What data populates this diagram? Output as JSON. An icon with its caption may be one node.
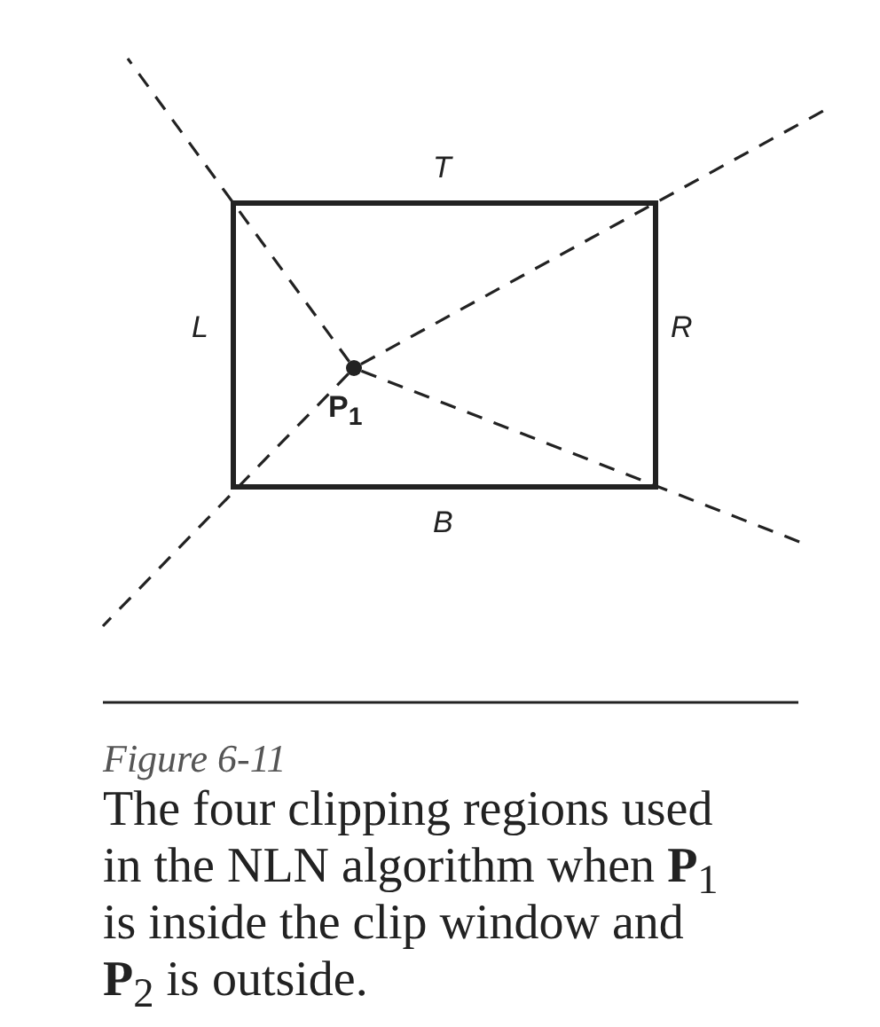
{
  "diagram": {
    "title": "Figure 6-11",
    "caption": "The four clipping regions used in the NLN algorithm when **P**$_{1}$ is inside the clip window and **P**$_{2}$ is outside.",
    "nodes": [
      {
        "text": [],
        "shape": "box",
        "beside": [
          "T",
          "L",
          "R",
          "B"
        ]
      },
      {
        "text": [],
        "shape": "circle",
        "in": 0,
        "beside": [
          "P$_{1}$"
        ]
      }
    ],
    "edges": [
      {
        "from": 1,
        "to": null,
        "arrow": "none",
        "style": "dashed"
      },
      {
        "from": 1,
        "to": null,
        "arrow": "none",
        "style": "dashed"
      },
      {
        "from": 1,
        "to": null,
        "arrow": "none",
        "style": "dashed"
      },
      {
        "from": 1,
        "to": null,
        "arrow": "none",
        "style": "dashed"
      }
    ]
  }
}
